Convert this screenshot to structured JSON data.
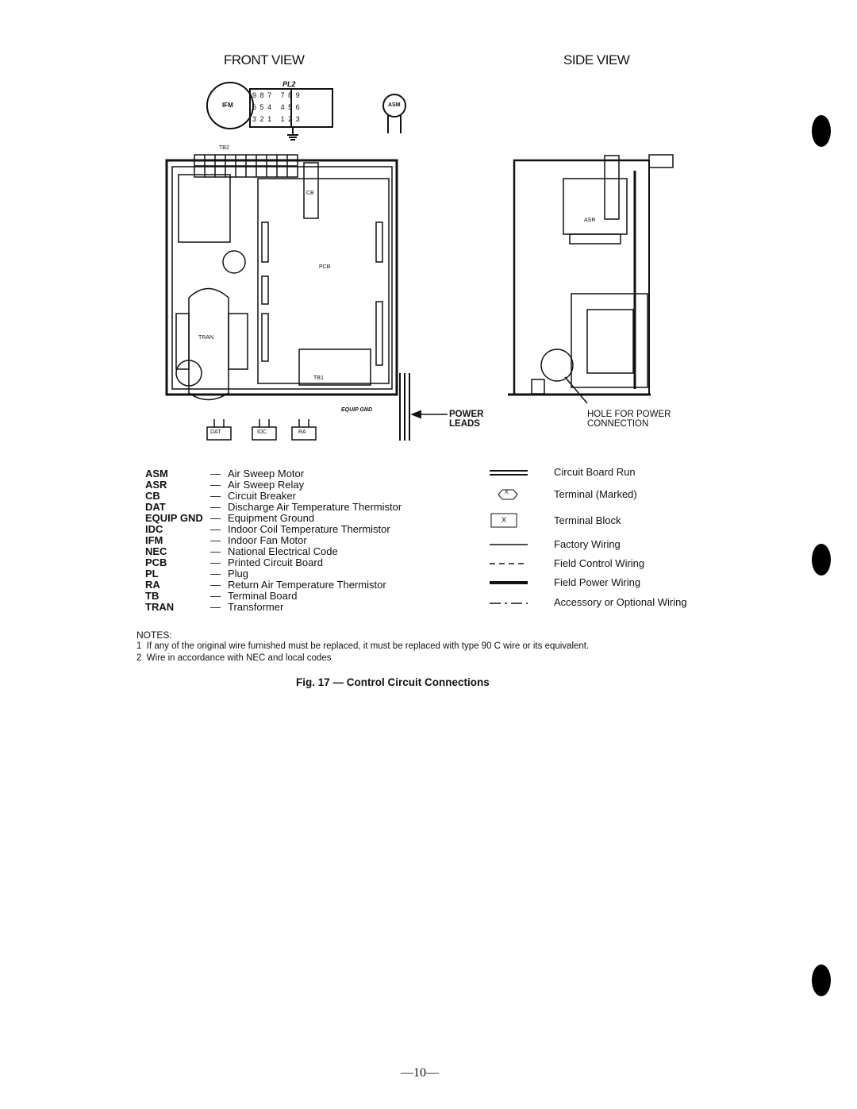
{
  "diagram": {
    "front_view_title": "FRONT VIEW",
    "side_view_title": "SIDE VIEW",
    "pl2_label": "PL2",
    "ifm_label": "IFM",
    "asm_label": "ASM",
    "tb2_label": "TB2",
    "cb_label": "CB",
    "pcb_label": "PCB",
    "tran_label": "TRAN",
    "tb1_label": "TB1",
    "asr_label": "ASR",
    "equip_gnd_label": "EQUIP GND",
    "power_leads_label": "POWER LEADS",
    "hole_label": "HOLE FOR POWER CONNECTION",
    "thermistors": [
      "DAT",
      "IDC",
      "RA"
    ],
    "pl2_pins": [
      [
        "9",
        "8",
        "7",
        "7",
        "8",
        "9"
      ],
      [
        "6",
        "5",
        "4",
        "4",
        "5",
        "6"
      ],
      [
        "3",
        "2",
        "1",
        "1",
        "2",
        "3"
      ]
    ]
  },
  "legend": {
    "abbreviations": [
      {
        "abbr": "ASM",
        "desc": "Air Sweep Motor"
      },
      {
        "abbr": "ASR",
        "desc": "Air Sweep Relay"
      },
      {
        "abbr": "CB",
        "desc": "Circuit Breaker"
      },
      {
        "abbr": "DAT",
        "desc": "Discharge Air Temperature Thermistor"
      },
      {
        "abbr": "EQUIP GND",
        "desc": "Equipment Ground"
      },
      {
        "abbr": "IDC",
        "desc": "Indoor Coil Temperature Thermistor"
      },
      {
        "abbr": "IFM",
        "desc": "Indoor Fan Motor"
      },
      {
        "abbr": "NEC",
        "desc": "National Electrical Code"
      },
      {
        "abbr": "PCB",
        "desc": "Printed Circuit Board"
      },
      {
        "abbr": "PL",
        "desc": "Plug"
      },
      {
        "abbr": "RA",
        "desc": "Return Air Temperature Thermistor"
      },
      {
        "abbr": "TB",
        "desc": "Terminal Board"
      },
      {
        "abbr": "TRAN",
        "desc": "Transformer"
      }
    ],
    "dash": "—",
    "symbols": [
      {
        "label": "Circuit Board Run"
      },
      {
        "label": "Terminal (Marked)",
        "mark": "X"
      },
      {
        "label": "Terminal Block",
        "mark": "X"
      },
      {
        "label": "Factory Wiring"
      },
      {
        "label": "Field Control Wiring"
      },
      {
        "label": "Field Power Wiring"
      },
      {
        "label": "Accessory or Optional Wiring"
      }
    ]
  },
  "notes": {
    "heading": "NOTES:",
    "items": [
      {
        "num": "1",
        "text": "If any of the original wire furnished must be replaced, it must be replaced with type 90 C wire or its equivalent."
      },
      {
        "num": "2",
        "text": "Wire in accordance with NEC and local codes"
      }
    ]
  },
  "caption": "Fig. 17 — Control Circuit Connections",
  "page_number": "—10—"
}
